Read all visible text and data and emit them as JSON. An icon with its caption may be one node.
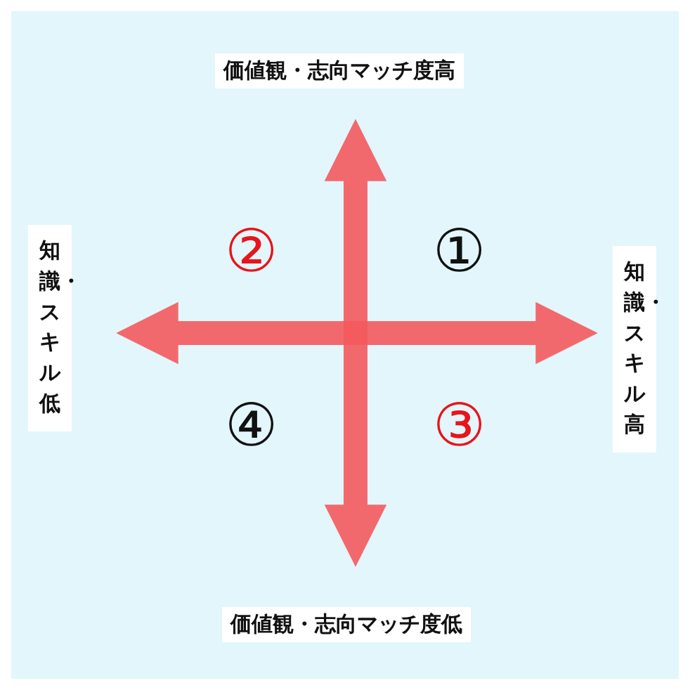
{
  "diagram": {
    "labels": [
      "価値観・志向マッチ度高",
      "知識・スキル低",
      "②",
      "①",
      "知識・スキル高",
      "④",
      "③",
      "価値観・志向マッチ度低"
    ]
  }
}
